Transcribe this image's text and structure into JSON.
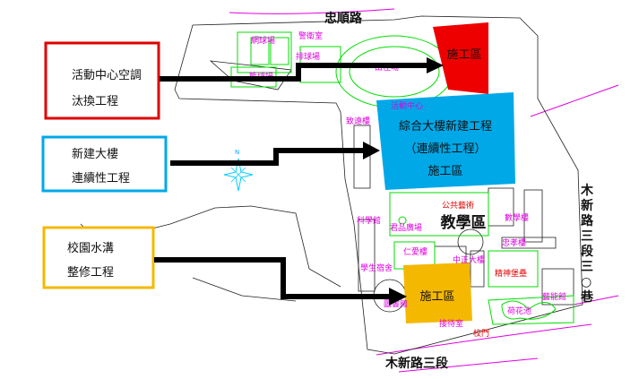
{
  "callouts": [
    {
      "line1": "活動中心空調",
      "line2": "汰換工程",
      "color": "#e00000"
    },
    {
      "line1": "新建大樓",
      "line2": "連續性工程",
      "color": "#00a8e8"
    },
    {
      "line1": "校園水溝",
      "line2": "整修工程",
      "color": "#f5b800"
    }
  ],
  "zones": {
    "red": {
      "label": "施工區",
      "color": "#e00000"
    },
    "blue": {
      "line1": "綜合大樓新建工程",
      "line2": "（連續性工程）",
      "line3": "施工區",
      "color": "#00a8e8"
    },
    "orange": {
      "label": "施工區",
      "color": "#f5b800"
    }
  },
  "roads": {
    "north": "忠順路",
    "south": "木新路三段",
    "east": [
      "木",
      "新",
      "路",
      "三",
      "段",
      "三",
      "○",
      "巷"
    ]
  },
  "compass": {
    "label": "N"
  },
  "area_label": "教學區",
  "buildings": {
    "tennis": "網球場",
    "guard": "警衛室",
    "volley": "排球場",
    "basket": "籃球場",
    "track": "田徑場",
    "activity": "活動中心",
    "zhiyuan": "致遠樓",
    "art": "公共藝術",
    "science": "科學館",
    "plaza": "君品廣場",
    "renai": "仁愛樓",
    "zhongzheng": "中正大樓",
    "math": "數學樓",
    "zhongxiao": "忠孝樓",
    "dorm": "學生宿舍",
    "spirit": "精神堡壘",
    "library": "圖書館",
    "yineng": "藝能館",
    "lotus": "荷花池",
    "reception": "接待室",
    "gate": "校門"
  }
}
